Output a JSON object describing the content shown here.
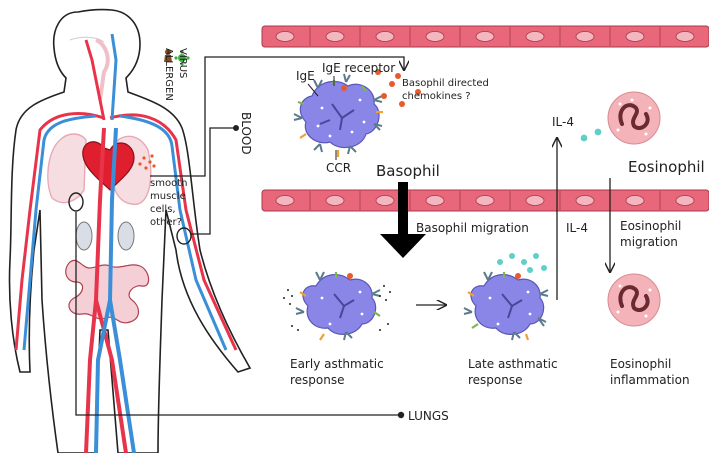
{
  "labels": {
    "allergen": "ALLERGEN",
    "virus": "VIRUS",
    "blood": "BLOOD",
    "lungs": "LUNGS",
    "ige": "IgE",
    "ige_receptor": "IgE receptor",
    "chemokines_line1": "Basophil directed",
    "chemokines_line2": "chemokines ?",
    "ccr": "CCR",
    "basophil": "Basophil",
    "il4_top": "IL-4",
    "eosinophil": "Eosinophil",
    "smooth_line1": "smooth",
    "smooth_line2": "muscle",
    "smooth_line3": "cells,",
    "smooth_line4": "other?",
    "basophil_migration": "Basophil migration",
    "il4_mid": "IL-4",
    "eos_migration_line1": "Eosinophil",
    "eos_migration_line2": "migration",
    "early_line1": "Early asthmatic",
    "early_line2": "response",
    "late_line1": "Late asthmatic",
    "late_line2": "response",
    "eos_inflam_line1": "Eosinophil",
    "eos_inflam_line2": "inflammation"
  },
  "colors": {
    "vessel_fill": "#e8677a",
    "vessel_cell": "#f4b7c0",
    "artery": "#e8344a",
    "vein": "#3a8fd8",
    "basophil_body": "#8a86e8",
    "eosinophil_body": "#f4b3b8",
    "chemokine": "#e85a2a",
    "il4": "#5fd0c8",
    "receptor": "#5b7a8c"
  }
}
